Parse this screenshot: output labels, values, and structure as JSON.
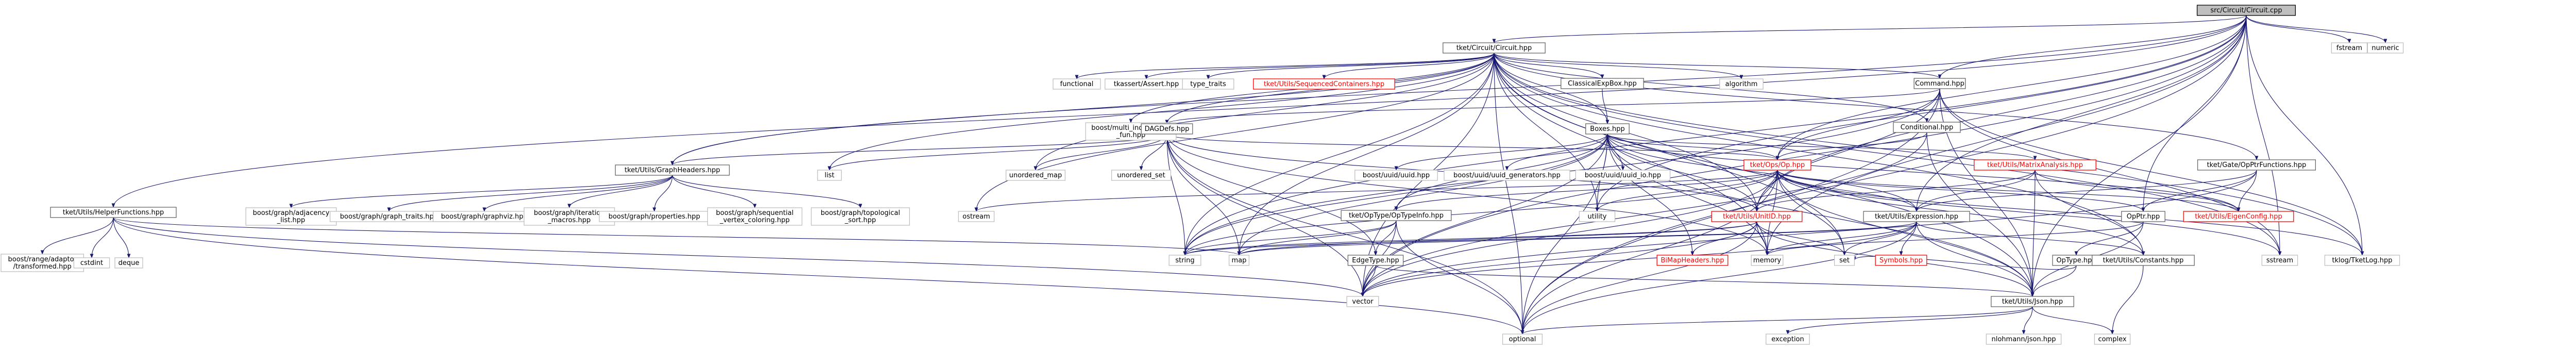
{
  "nodes": [
    {
      "id": "root",
      "label": "src/Circuit/Circuit.cpp",
      "style": "root"
    },
    {
      "id": "circuit_hpp",
      "label": "tket/Circuit/Circuit.hpp",
      "style": "link"
    },
    {
      "id": "helper",
      "label": "tket/Utils/HelperFunctions.hpp",
      "style": "link"
    },
    {
      "id": "graphheaders",
      "label": "tket/Utils/GraphHeaders.hpp",
      "style": "link"
    },
    {
      "id": "fstream",
      "label": "fstream",
      "style": "ext"
    },
    {
      "id": "numeric",
      "label": "numeric",
      "style": "ext"
    },
    {
      "id": "tklog",
      "label": "tklog/TketLog.hpp",
      "style": "ext"
    },
    {
      "id": "optional",
      "label": "optional",
      "style": "ext"
    },
    {
      "id": "functional",
      "label": "functional",
      "style": "ext"
    },
    {
      "id": "tkassert",
      "label": "tkassert/Assert.hpp",
      "style": "ext"
    },
    {
      "id": "type_traits",
      "label": "type_traits",
      "style": "ext"
    },
    {
      "id": "seqcontainers",
      "label": "tket/Utils/SequencedContainers.hpp",
      "style": "red"
    },
    {
      "id": "classicalexpbox",
      "label": "ClassicalExpBox.hpp",
      "style": "link"
    },
    {
      "id": "algorithm",
      "label": "algorithm",
      "style": "ext"
    },
    {
      "id": "command",
      "label": "Command.hpp",
      "style": "link"
    },
    {
      "id": "multiindex",
      "label": "boost/multi_index/mem\n_fun.hpp",
      "style": "ext"
    },
    {
      "id": "dagdefs",
      "label": "DAGDefs.hpp",
      "style": "link"
    },
    {
      "id": "boxes",
      "label": "Boxes.hpp",
      "style": "link"
    },
    {
      "id": "conditional",
      "label": "Conditional.hpp",
      "style": "link"
    },
    {
      "id": "gatetophfn",
      "label": "tket/Gate/OpPtrFunctions.hpp",
      "style": "link"
    },
    {
      "id": "list",
      "label": "list",
      "style": "ext"
    },
    {
      "id": "unordered_map",
      "label": "unordered_map",
      "style": "ext"
    },
    {
      "id": "unordered_set",
      "label": "unordered_set",
      "style": "ext"
    },
    {
      "id": "boost_uuid",
      "label": "boost/uuid/uuid.hpp",
      "style": "ext"
    },
    {
      "id": "boost_uuid_gen",
      "label": "boost/uuid/uuid_generators.hpp",
      "style": "ext"
    },
    {
      "id": "boost_uuid_io",
      "label": "boost/uuid/uuid_io.hpp",
      "style": "ext"
    },
    {
      "id": "ops_op",
      "label": "tket/Ops/Op.hpp",
      "style": "red"
    },
    {
      "id": "matrixanalysis",
      "label": "tket/Utils/MatrixAnalysis.hpp",
      "style": "red"
    },
    {
      "id": "bg_adjlist",
      "label": "boost/graph/adjacency\n_list.hpp",
      "style": "ext"
    },
    {
      "id": "bg_traits",
      "label": "boost/graph/graph_traits.hpp",
      "style": "ext"
    },
    {
      "id": "bg_graphviz",
      "label": "boost/graph/graphviz.hpp",
      "style": "ext"
    },
    {
      "id": "bg_iteration",
      "label": "boost/graph/iteration\n_macros.hpp",
      "style": "ext"
    },
    {
      "id": "bg_properties",
      "label": "boost/graph/properties.hpp",
      "style": "ext"
    },
    {
      "id": "bg_seqcolor",
      "label": "boost/graph/sequential\n_vertex_coloring.hpp",
      "style": "ext"
    },
    {
      "id": "bg_topsort",
      "label": "boost/graph/topological\n_sort.hpp",
      "style": "ext"
    },
    {
      "id": "ostream",
      "label": "ostream",
      "style": "ext"
    },
    {
      "id": "optypeinfo",
      "label": "tket/OpType/OpTypeInfo.hpp",
      "style": "link"
    },
    {
      "id": "unitid",
      "label": "tket/Utils/UnitID.hpp",
      "style": "red"
    },
    {
      "id": "expression",
      "label": "tket/Utils/Expression.hpp",
      "style": "link"
    },
    {
      "id": "opptr",
      "label": "OpPtr.hpp",
      "style": "link"
    },
    {
      "id": "eigenconfig",
      "label": "tket/Utils/EigenConfig.hpp",
      "style": "red"
    },
    {
      "id": "utility",
      "label": "utility",
      "style": "ext"
    },
    {
      "id": "boostrange",
      "label": "boost/range/adaptor\n/transformed.hpp",
      "style": "ext"
    },
    {
      "id": "cstdint",
      "label": "cstdint",
      "style": "ext"
    },
    {
      "id": "deque",
      "label": "deque",
      "style": "ext"
    },
    {
      "id": "string",
      "label": "string",
      "style": "ext"
    },
    {
      "id": "map",
      "label": "map",
      "style": "ext"
    },
    {
      "id": "edgetype",
      "label": "EdgeType.hpp",
      "style": "link"
    },
    {
      "id": "bitmapheaders",
      "label": "BiMapHeaders.hpp",
      "style": "red"
    },
    {
      "id": "memory",
      "label": "memory",
      "style": "ext"
    },
    {
      "id": "set",
      "label": "set",
      "style": "ext"
    },
    {
      "id": "symbols",
      "label": "Symbols.hpp",
      "style": "red"
    },
    {
      "id": "optype",
      "label": "OpType.hpp",
      "style": "link"
    },
    {
      "id": "constants",
      "label": "tket/Utils/Constants.hpp",
      "style": "link"
    },
    {
      "id": "sstream",
      "label": "sstream",
      "style": "ext"
    },
    {
      "id": "vector",
      "label": "vector",
      "style": "ext"
    },
    {
      "id": "json",
      "label": "tket/Utils/Json.hpp",
      "style": "link"
    },
    {
      "id": "exception",
      "label": "exception",
      "style": "ext"
    },
    {
      "id": "nlohmann",
      "label": "nlohmann/json.hpp",
      "style": "ext"
    },
    {
      "id": "complex",
      "label": "complex",
      "style": "ext"
    }
  ],
  "edges": [
    [
      "root",
      "circuit_hpp"
    ],
    [
      "root",
      "helper"
    ],
    [
      "root",
      "graphheaders"
    ],
    [
      "root",
      "fstream"
    ],
    [
      "root",
      "numeric"
    ],
    [
      "root",
      "tklog"
    ],
    [
      "root",
      "optional"
    ],
    [
      "root",
      "command"
    ],
    [
      "root",
      "unitid"
    ],
    [
      "root",
      "ops_op"
    ],
    [
      "root",
      "opptr"
    ],
    [
      "root",
      "expression"
    ],
    [
      "root",
      "json"
    ],
    [
      "root",
      "string"
    ],
    [
      "root",
      "vector"
    ],
    [
      "root",
      "memory"
    ],
    [
      "root",
      "utility"
    ],
    [
      "root",
      "sstream"
    ],
    [
      "circuit_hpp",
      "functional"
    ],
    [
      "circuit_hpp",
      "tkassert"
    ],
    [
      "circuit_hpp",
      "type_traits"
    ],
    [
      "circuit_hpp",
      "seqcontainers"
    ],
    [
      "circuit_hpp",
      "classicalexpbox"
    ],
    [
      "circuit_hpp",
      "algorithm"
    ],
    [
      "circuit_hpp",
      "command"
    ],
    [
      "circuit_hpp",
      "dagdefs"
    ],
    [
      "circuit_hpp",
      "boxes"
    ],
    [
      "circuit_hpp",
      "conditional"
    ],
    [
      "circuit_hpp",
      "gatetophfn"
    ],
    [
      "circuit_hpp",
      "list"
    ],
    [
      "circuit_hpp",
      "unordered_map"
    ],
    [
      "circuit_hpp",
      "graphheaders"
    ],
    [
      "circuit_hpp",
      "multiindex"
    ],
    [
      "circuit_hpp",
      "string"
    ],
    [
      "circuit_hpp",
      "map"
    ],
    [
      "circuit_hpp",
      "vector"
    ],
    [
      "circuit_hpp",
      "optional"
    ],
    [
      "circuit_hpp",
      "memory"
    ],
    [
      "circuit_hpp",
      "utility"
    ],
    [
      "circuit_hpp",
      "set"
    ],
    [
      "circuit_hpp",
      "ostream"
    ],
    [
      "circuit_hpp",
      "json"
    ],
    [
      "circuit_hpp",
      "tklog"
    ],
    [
      "circuit_hpp",
      "unitid"
    ],
    [
      "circuit_hpp",
      "sstream"
    ],
    [
      "circuit_hpp",
      "constants"
    ],
    [
      "classicalexpbox",
      "boxes"
    ],
    [
      "command",
      "dagdefs"
    ],
    [
      "command",
      "ops_op"
    ],
    [
      "command",
      "unitid"
    ],
    [
      "command",
      "json"
    ],
    [
      "command",
      "tklog"
    ],
    [
      "command",
      "sstream"
    ],
    [
      "command",
      "string"
    ],
    [
      "command",
      "optional"
    ],
    [
      "dagdefs",
      "list"
    ],
    [
      "dagdefs",
      "unordered_map"
    ],
    [
      "dagdefs",
      "unordered_set"
    ],
    [
      "dagdefs",
      "graphheaders"
    ],
    [
      "dagdefs",
      "edgetype"
    ],
    [
      "dagdefs",
      "ops_op"
    ],
    [
      "dagdefs",
      "unitid"
    ],
    [
      "dagdefs",
      "string"
    ],
    [
      "dagdefs",
      "vector"
    ],
    [
      "dagdefs",
      "optional"
    ],
    [
      "dagdefs",
      "map"
    ],
    [
      "dagdefs",
      "memory"
    ],
    [
      "boxes",
      "boost_uuid"
    ],
    [
      "boxes",
      "boost_uuid_gen"
    ],
    [
      "boxes",
      "boost_uuid_io"
    ],
    [
      "boxes",
      "ops_op"
    ],
    [
      "boxes",
      "matrixanalysis"
    ],
    [
      "boxes",
      "optypeinfo"
    ],
    [
      "boxes",
      "unitid"
    ],
    [
      "boxes",
      "expression"
    ],
    [
      "boxes",
      "json"
    ],
    [
      "boxes",
      "map"
    ],
    [
      "boxes",
      "memory"
    ],
    [
      "boxes",
      "vector"
    ],
    [
      "boxes",
      "optional"
    ],
    [
      "boxes",
      "string"
    ],
    [
      "boxes",
      "eigenconfig"
    ],
    [
      "boxes",
      "bitmapheaders"
    ],
    [
      "boxes",
      "utility"
    ],
    [
      "conditional",
      "ops_op"
    ],
    [
      "conditional",
      "json"
    ],
    [
      "conditional",
      "vector"
    ],
    [
      "gatetophfn",
      "opptr"
    ],
    [
      "gatetophfn",
      "expression"
    ],
    [
      "gatetophfn",
      "eigenconfig"
    ],
    [
      "gatetophfn",
      "vector"
    ],
    [
      "ops_op",
      "optypeinfo"
    ],
    [
      "ops_op",
      "unitid"
    ],
    [
      "ops_op",
      "expression"
    ],
    [
      "ops_op",
      "opptr"
    ],
    [
      "ops_op",
      "json"
    ],
    [
      "ops_op",
      "ostream"
    ],
    [
      "ops_op",
      "string"
    ],
    [
      "ops_op",
      "vector"
    ],
    [
      "ops_op",
      "optional"
    ],
    [
      "ops_op",
      "memory"
    ],
    [
      "ops_op",
      "utility"
    ],
    [
      "ops_op",
      "set"
    ],
    [
      "ops_op",
      "eigenconfig"
    ],
    [
      "ops_op",
      "constants"
    ],
    [
      "ops_op",
      "tklog"
    ],
    [
      "ops_op",
      "sstream"
    ],
    [
      "matrixanalysis",
      "eigenconfig"
    ],
    [
      "matrixanalysis",
      "expression"
    ],
    [
      "matrixanalysis",
      "unitid"
    ],
    [
      "matrixanalysis",
      "constants"
    ],
    [
      "matrixanalysis",
      "json"
    ],
    [
      "graphheaders",
      "bg_adjlist"
    ],
    [
      "graphheaders",
      "bg_traits"
    ],
    [
      "graphheaders",
      "bg_graphviz"
    ],
    [
      "graphheaders",
      "bg_iteration"
    ],
    [
      "graphheaders",
      "bg_properties"
    ],
    [
      "graphheaders",
      "bg_seqcolor"
    ],
    [
      "graphheaders",
      "bg_topsort"
    ],
    [
      "helper",
      "boostrange"
    ],
    [
      "helper",
      "cstdint"
    ],
    [
      "helper",
      "deque"
    ],
    [
      "helper",
      "map"
    ],
    [
      "helper",
      "vector"
    ],
    [
      "helper",
      "optional"
    ],
    [
      "optypeinfo",
      "edgetype"
    ],
    [
      "optypeinfo",
      "map"
    ],
    [
      "optypeinfo",
      "string"
    ],
    [
      "optypeinfo",
      "optional"
    ],
    [
      "optypeinfo",
      "vector"
    ],
    [
      "unitid",
      "bitmapheaders"
    ],
    [
      "unitid",
      "json"
    ],
    [
      "unitid",
      "string"
    ],
    [
      "unitid",
      "memory"
    ],
    [
      "unitid",
      "map"
    ],
    [
      "unitid",
      "set"
    ],
    [
      "unitid",
      "vector"
    ],
    [
      "unitid",
      "optional"
    ],
    [
      "expression",
      "symbols"
    ],
    [
      "expression",
      "constants"
    ],
    [
      "expression",
      "json"
    ],
    [
      "expression",
      "set"
    ],
    [
      "expression",
      "map"
    ],
    [
      "expression",
      "memory"
    ],
    [
      "expression",
      "string"
    ],
    [
      "expression",
      "vector"
    ],
    [
      "expression",
      "optional"
    ],
    [
      "opptr",
      "optype"
    ],
    [
      "opptr",
      "json"
    ],
    [
      "opptr",
      "memory"
    ],
    [
      "edgetype",
      "json"
    ],
    [
      "edgetype",
      "vector"
    ],
    [
      "optype",
      "json"
    ],
    [
      "optype",
      "set"
    ],
    [
      "constants",
      "complex"
    ],
    [
      "json",
      "exception"
    ],
    [
      "json",
      "nlohmann"
    ],
    [
      "json",
      "complex"
    ],
    [
      "json",
      "optional"
    ]
  ]
}
